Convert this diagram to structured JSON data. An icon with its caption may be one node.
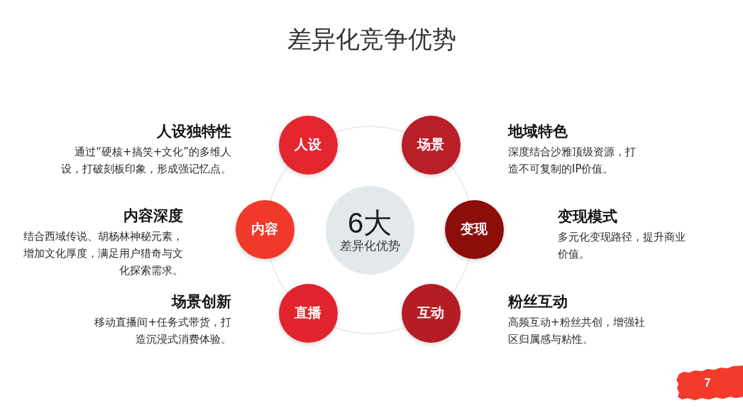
{
  "diagram": {
    "title": "差异化竞争优势",
    "nodes": [
      {
        "text": [
          "人设"
        ],
        "beside": [
          "人设独特性",
          "通过“硬核+搞笑+文化”的多维人设，打破刻板印象，形成强记忆点。"
        ]
      },
      {
        "text": [
          "场景"
        ],
        "beside": [
          "地域特色",
          "深度结合沙雅顶级资源，打造不可复制的IP价值。"
        ]
      },
      {
        "text": [
          "内容"
        ],
        "beside": [
          "内容深度",
          "结合西域传说、胡杨林神秘元素，增加文化厚度，满足用户猎奇与文化探索需求。"
        ]
      },
      {
        "text": [
          "6大",
          "差异化优势"
        ]
      },
      {
        "text": [
          "变现"
        ],
        "beside": [
          "变现模式",
          "多元化变现路径，提升商业价值。"
        ]
      },
      {
        "text": [
          "直播"
        ],
        "beside": [
          "场景创新",
          "移动直播间+任务式带货，打造沉浸式消费体验。"
        ]
      },
      {
        "text": [
          "互动"
        ],
        "beside": [
          "粉丝互动",
          "高频互动+粉丝共创，增强社区归属感与粘性。"
        ]
      },
      {
        "text": [
          "7"
        ]
      }
    ]
  }
}
